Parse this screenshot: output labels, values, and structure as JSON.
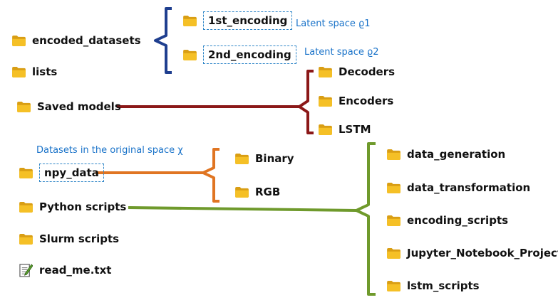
{
  "colors": {
    "folder_yellow": "#f5c026",
    "folder_dark": "#d99e14",
    "note_blue": "#1a73c9",
    "brace_blue": "#1f3f8f",
    "brace_red": "#8b1818",
    "brace_orange": "#e07522",
    "brace_green": "#6f9a2c",
    "highlight_border": "#2f86c8"
  },
  "root_items": [
    {
      "label": "encoded_datasets",
      "icon": "folder-icon"
    },
    {
      "label": "lists",
      "icon": "folder-icon"
    },
    {
      "label": "Saved models",
      "icon": "folder-icon"
    },
    {
      "label": "npy_data",
      "icon": "folder-icon"
    },
    {
      "label": "Python scripts",
      "icon": "folder-icon"
    },
    {
      "label": "Slurm scripts",
      "icon": "folder-icon"
    },
    {
      "label": "read_me.txt",
      "icon": "text-file-icon"
    }
  ],
  "encoded_datasets_children": [
    {
      "label": "1st_encoding",
      "note": "Latent space ϱ1"
    },
    {
      "label": "2nd_encoding",
      "note": "Latent space ϱ2"
    }
  ],
  "saved_models_children": [
    "Decoders",
    "Encoders",
    "LSTM"
  ],
  "npy_data_note": "Datasets in the original space χ",
  "npy_data_children": [
    "Binary",
    "RGB"
  ],
  "python_scripts_children": [
    "data_generation",
    "data_transformation",
    "encoding_scripts",
    "Jupyter_Notebook_Project",
    "lstm_scripts"
  ]
}
